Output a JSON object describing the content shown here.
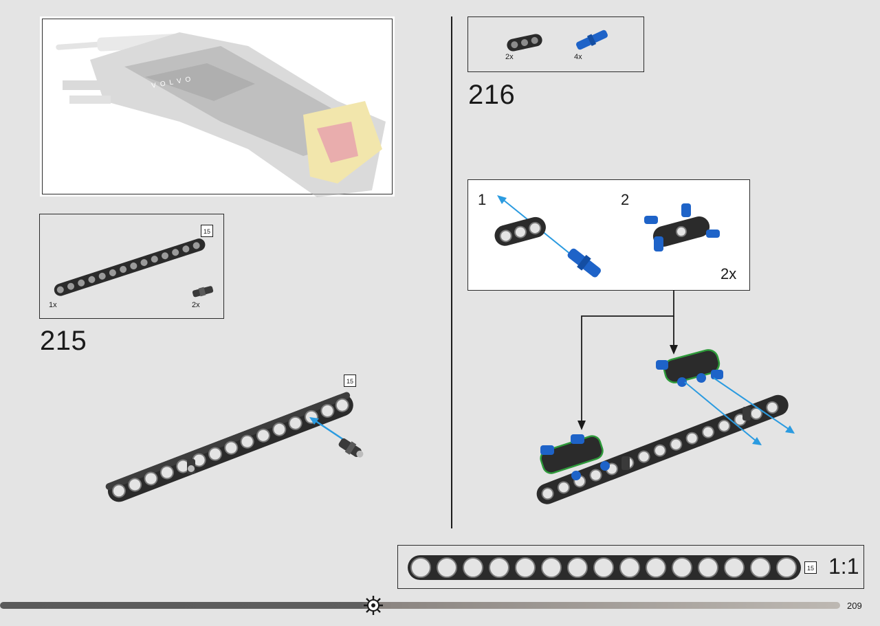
{
  "overview": {
    "badge_text": "VOLVO"
  },
  "step215": {
    "number": "215",
    "parts": [
      {
        "name": "beam",
        "qty": "1x"
      },
      {
        "name": "connector-pin",
        "qty": "2x"
      }
    ],
    "beam_length_badge": "15",
    "assembly_badge": "15"
  },
  "step216": {
    "number": "216",
    "parts": [
      {
        "name": "beam",
        "qty": "2x"
      },
      {
        "name": "blue-pin",
        "qty": "4x"
      }
    ],
    "substep_1": "1",
    "substep_2": "2",
    "multiplier": "2x"
  },
  "scale_bar": {
    "length_badge": "15",
    "scale": "1:1"
  },
  "footer": {
    "page_number": "209"
  },
  "colors": {
    "beam": "#2b2b2b",
    "pin_blue": "#1e63c8",
    "arrow_blue": "#2b9be0",
    "highlight_green": "#2e9a3a"
  }
}
